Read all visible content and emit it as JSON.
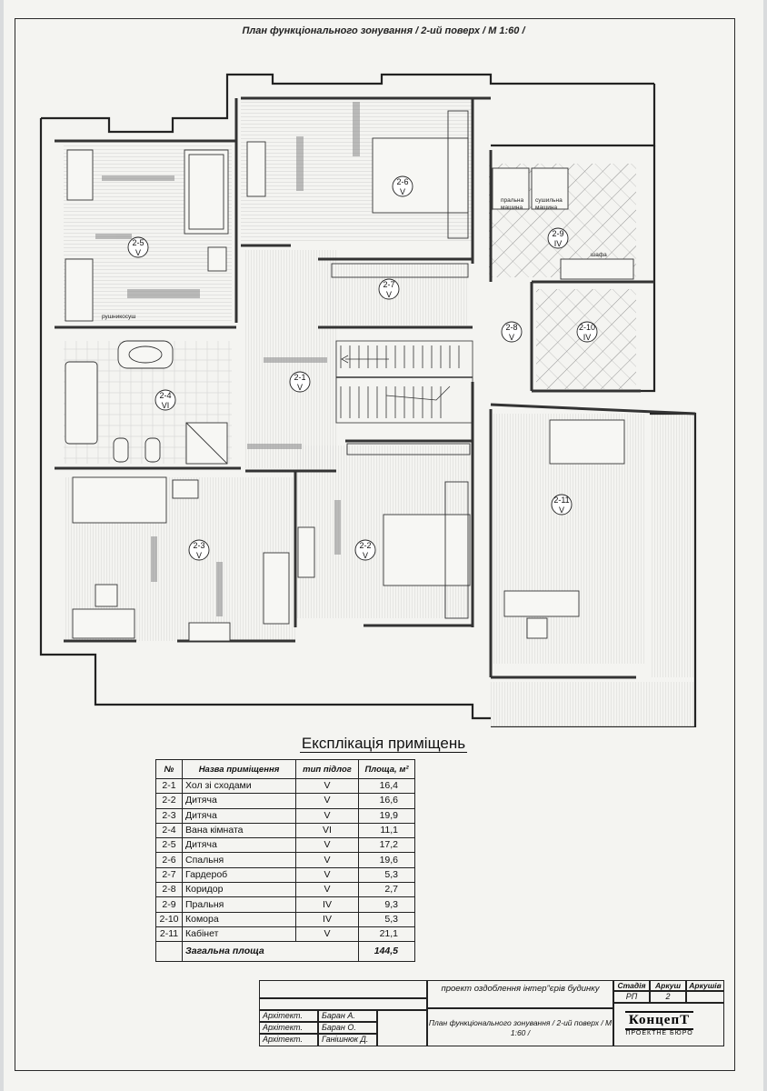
{
  "drawing_title": "План функціонального зонування / 2-ий поверх / М 1:60 /",
  "rooms": [
    {
      "tag": "2-1",
      "cls": "V"
    },
    {
      "tag": "2-2",
      "cls": "V"
    },
    {
      "tag": "2-3",
      "cls": "V"
    },
    {
      "tag": "2-4",
      "cls": "VI"
    },
    {
      "tag": "2-5",
      "cls": "V"
    },
    {
      "tag": "2-6",
      "cls": "V"
    },
    {
      "tag": "2-7",
      "cls": "V"
    },
    {
      "tag": "2-8",
      "cls": "V"
    },
    {
      "tag": "2-9",
      "cls": "IV"
    },
    {
      "tag": "2-10",
      "cls": "IV"
    },
    {
      "tag": "2-11",
      "cls": "V"
    }
  ],
  "plan_labels": {
    "washer": [
      "пральна",
      "машина"
    ],
    "dryer": [
      "сушильна",
      "машина"
    ],
    "wardrobe": "шафа",
    "towel": "рушникосуш"
  },
  "explication": {
    "title": "Експлікація приміщень",
    "headers": {
      "no": "№",
      "name": "Назва приміщення",
      "floor": "тип підлог",
      "area": "Площа, м²"
    },
    "rows": [
      {
        "no": "2-1",
        "name": "Хол зі сходами",
        "floor": "V",
        "area": "16,4"
      },
      {
        "no": "2-2",
        "name": "Дитяча",
        "floor": "V",
        "area": "16,6"
      },
      {
        "no": "2-3",
        "name": "Дитяча",
        "floor": "V",
        "area": "19,9"
      },
      {
        "no": "2-4",
        "name": "Вана кімната",
        "floor": "VI",
        "area": "11,1"
      },
      {
        "no": "2-5",
        "name": "Дитяча",
        "floor": "V",
        "area": "17,2"
      },
      {
        "no": "2-6",
        "name": "Спальня",
        "floor": "V",
        "area": "19,6"
      },
      {
        "no": "2-7",
        "name": "Гардероб",
        "floor": "V",
        "area": "5,3"
      },
      {
        "no": "2-8",
        "name": "Коридор",
        "floor": "V",
        "area": "2,7"
      },
      {
        "no": "2-9",
        "name": "Пральня",
        "floor": "IV",
        "area": "9,3"
      },
      {
        "no": "2-10",
        "name": "Комора",
        "floor": "IV",
        "area": "5,3"
      },
      {
        "no": "2-11",
        "name": "Кабінет",
        "floor": "V",
        "area": "21,1"
      }
    ],
    "total_label": "Загальна площа",
    "total_value": "144,5"
  },
  "stamp": {
    "project": "проект оздоблення інтер\"єрів будинку",
    "sheet_title": "План функціонального зонування / 2-ий поверх / М 1:60 /",
    "stage_h": "Стадія",
    "sheet_h": "Аркуш",
    "sheets_h": "Аркушів",
    "stage": "РП",
    "sheet": "2",
    "sheets": "",
    "people": [
      {
        "role": "Архітект.",
        "name": "Баран А."
      },
      {
        "role": "Архітект.",
        "name": "Баран О."
      },
      {
        "role": "Архітект.",
        "name": "Ганішнюк Д."
      }
    ],
    "logo": "КонцепТ",
    "logo_sub": "ПРОЕКТНЕ БЮРО"
  }
}
